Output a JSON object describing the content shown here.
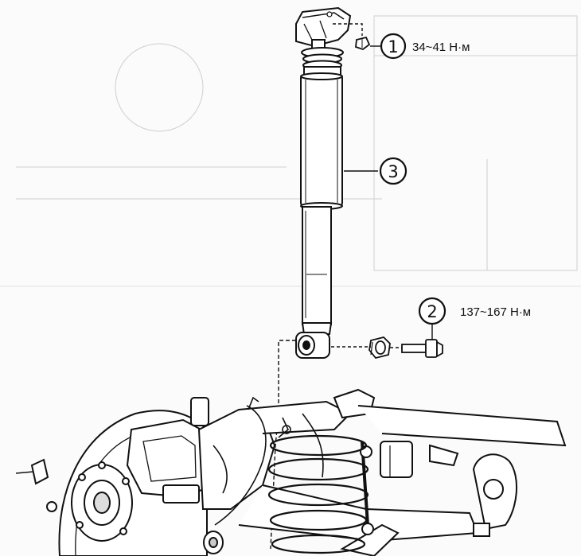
{
  "figure": {
    "callouts": [
      {
        "id": "1",
        "number": "1",
        "torque": "34~41 Н·м"
      },
      {
        "id": "2",
        "number": "2",
        "torque": "137~167 Н·м"
      },
      {
        "id": "3",
        "number": "3",
        "torque": ""
      }
    ]
  },
  "colors": {
    "line": "#111111",
    "faint": "#9a9a9a",
    "background": "#fbfbfb"
  },
  "icons": [
    "shock-absorber-icon",
    "upper-mount-nut-icon",
    "lower-bolt-icon",
    "bushing-icon",
    "coil-spring-icon",
    "brake-disc-icon",
    "suspension-arm-icon"
  ]
}
